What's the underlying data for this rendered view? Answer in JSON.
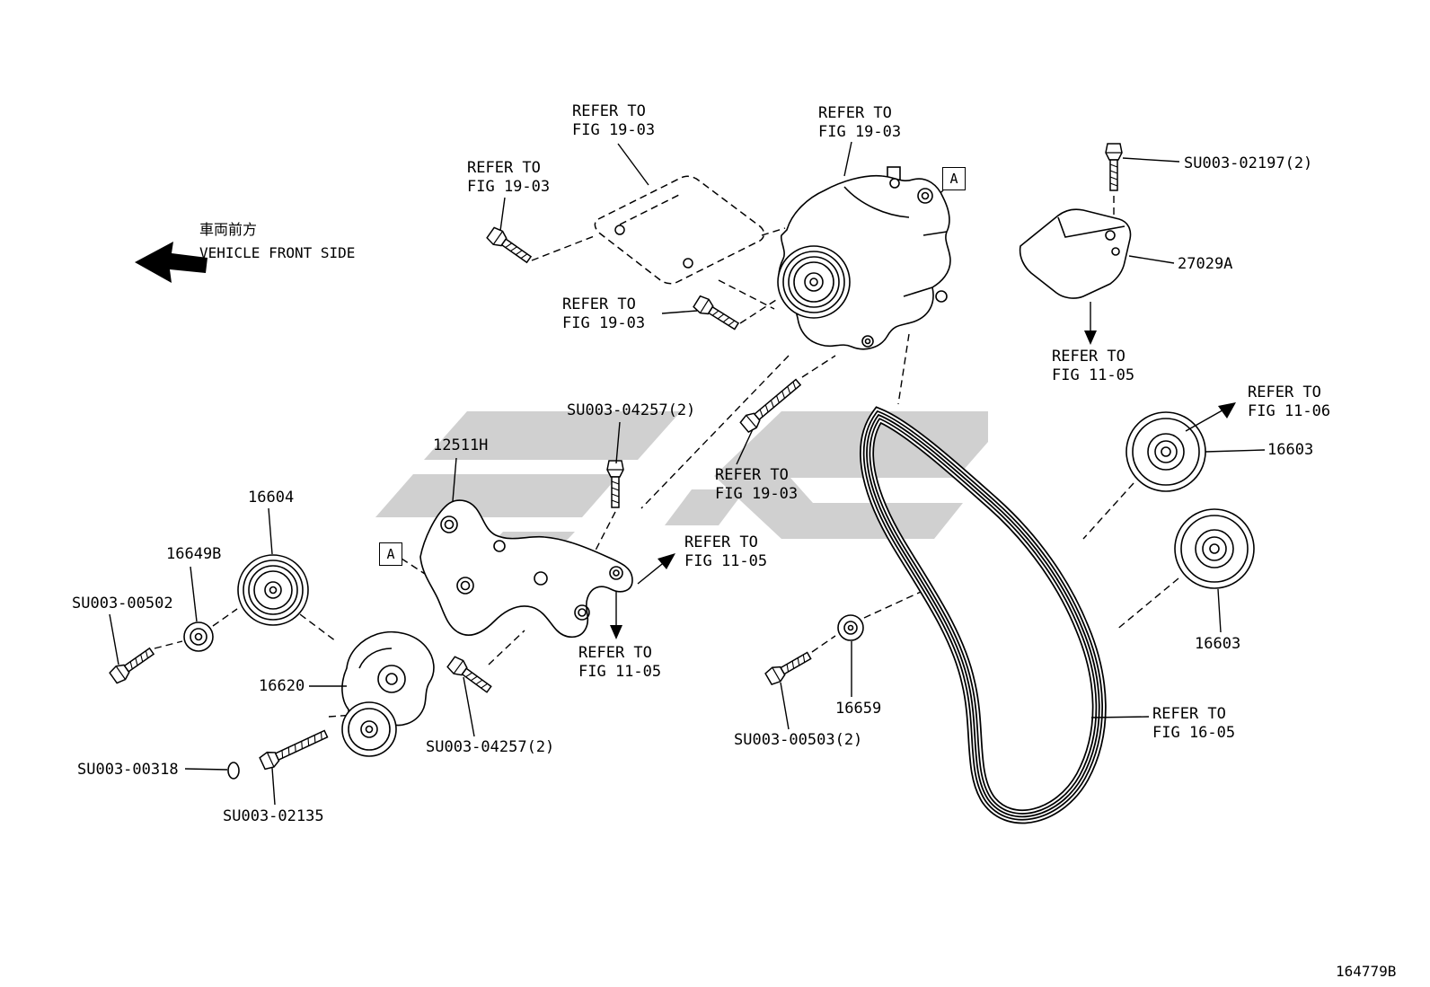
{
  "page": {
    "background": "#ffffff",
    "line_color": "#000000",
    "watermark_color": "#cbcbcb",
    "drawing_number": "164779B"
  },
  "orientation": {
    "jp": "車両前方",
    "en": "VEHICLE FRONT SIDE"
  },
  "markers": [
    {
      "label": "A"
    },
    {
      "label": "A"
    }
  ],
  "labels": [
    {
      "id": "refer-fig-19-03-cover",
      "text": "REFER TO\nFIG 19-03"
    },
    {
      "id": "refer-fig-19-03-cover-bolt",
      "text": "REFER TO\nFIG 19-03"
    },
    {
      "id": "refer-fig-19-03-alternator",
      "text": "REFER TO\nFIG 19-03"
    },
    {
      "id": "su003-02197",
      "text": "SU003-02197(2)"
    },
    {
      "id": "27029a",
      "text": "27029A"
    },
    {
      "id": "refer-fig-11-05-topright",
      "text": "REFER TO\nFIG 11-05"
    },
    {
      "id": "refer-fig-11-06",
      "text": "REFER TO\nFIG 11-06"
    },
    {
      "id": "16603-upper",
      "text": "16603"
    },
    {
      "id": "refer-fig-19-03-midbolt",
      "text": "REFER TO\nFIG 19-03"
    },
    {
      "id": "su003-04257-upper",
      "text": "SU003-04257(2)"
    },
    {
      "id": "12511h",
      "text": "12511H"
    },
    {
      "id": "refer-fig-19-03-longbolt",
      "text": "REFER TO\nFIG 19-03"
    },
    {
      "id": "16604",
      "text": "16604"
    },
    {
      "id": "16649b",
      "text": "16649B"
    },
    {
      "id": "refer-fig-11-05-mid",
      "text": "REFER TO\nFIG 11-05"
    },
    {
      "id": "su003-00502",
      "text": "SU003-00502"
    },
    {
      "id": "16620",
      "text": "16620"
    },
    {
      "id": "refer-fig-11-05-lower",
      "text": "REFER TO\nFIG 11-05"
    },
    {
      "id": "16659",
      "text": "16659"
    },
    {
      "id": "su003-00503",
      "text": "SU003-00503(2)"
    },
    {
      "id": "16603-lower",
      "text": "16603"
    },
    {
      "id": "refer-fig-16-05",
      "text": "REFER TO\nFIG 16-05"
    },
    {
      "id": "su003-04257-lower",
      "text": "SU003-04257(2)"
    },
    {
      "id": "su003-00318",
      "text": "SU003-00318"
    },
    {
      "id": "su003-02135",
      "text": "SU003-02135"
    }
  ]
}
